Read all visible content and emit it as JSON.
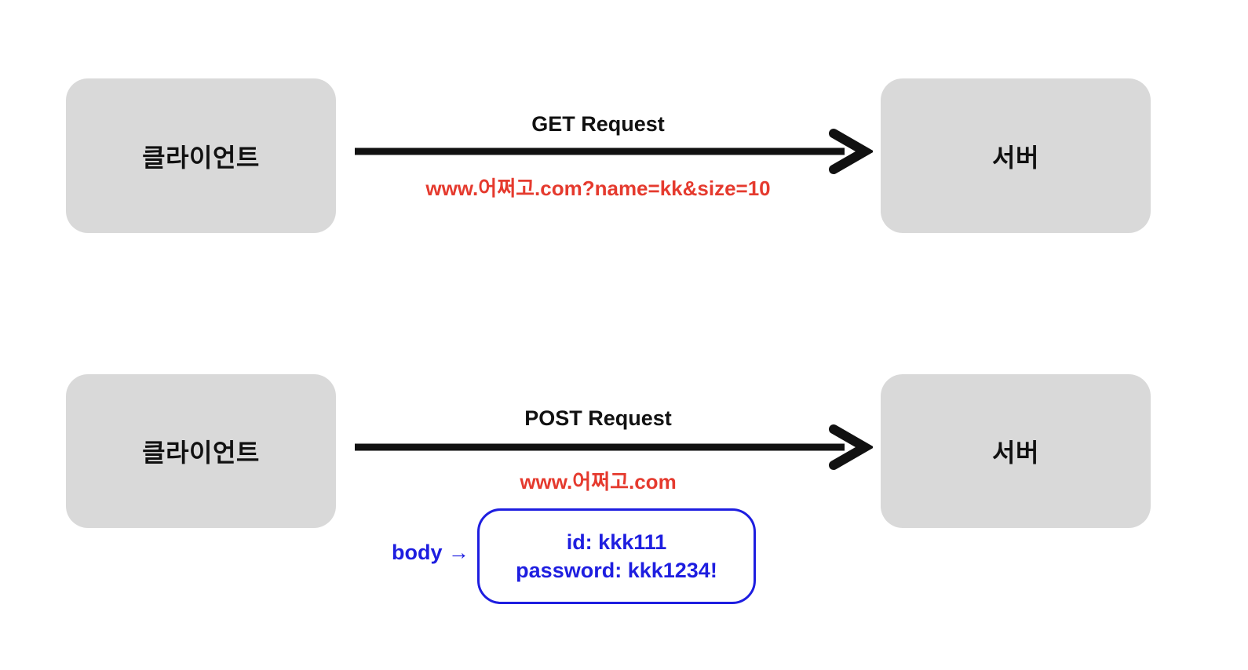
{
  "colors": {
    "node_fill": "#d9d9d9",
    "text_black": "#111111",
    "url_red": "#e53a2e",
    "body_blue": "#1e1ee0",
    "background": "#ffffff"
  },
  "diagrams": {
    "get": {
      "client_label": "클라이언트",
      "server_label": "서버",
      "arrow_label": "GET Request",
      "url": "www.어쩌고.com?name=kk&size=10"
    },
    "post": {
      "client_label": "클라이언트",
      "server_label": "서버",
      "arrow_label": "POST Request",
      "url": "www.어쩌고.com",
      "body_label": "body →",
      "body_lines": {
        "0": "id: kkk111",
        "1": "password: kkk1234!"
      }
    }
  }
}
